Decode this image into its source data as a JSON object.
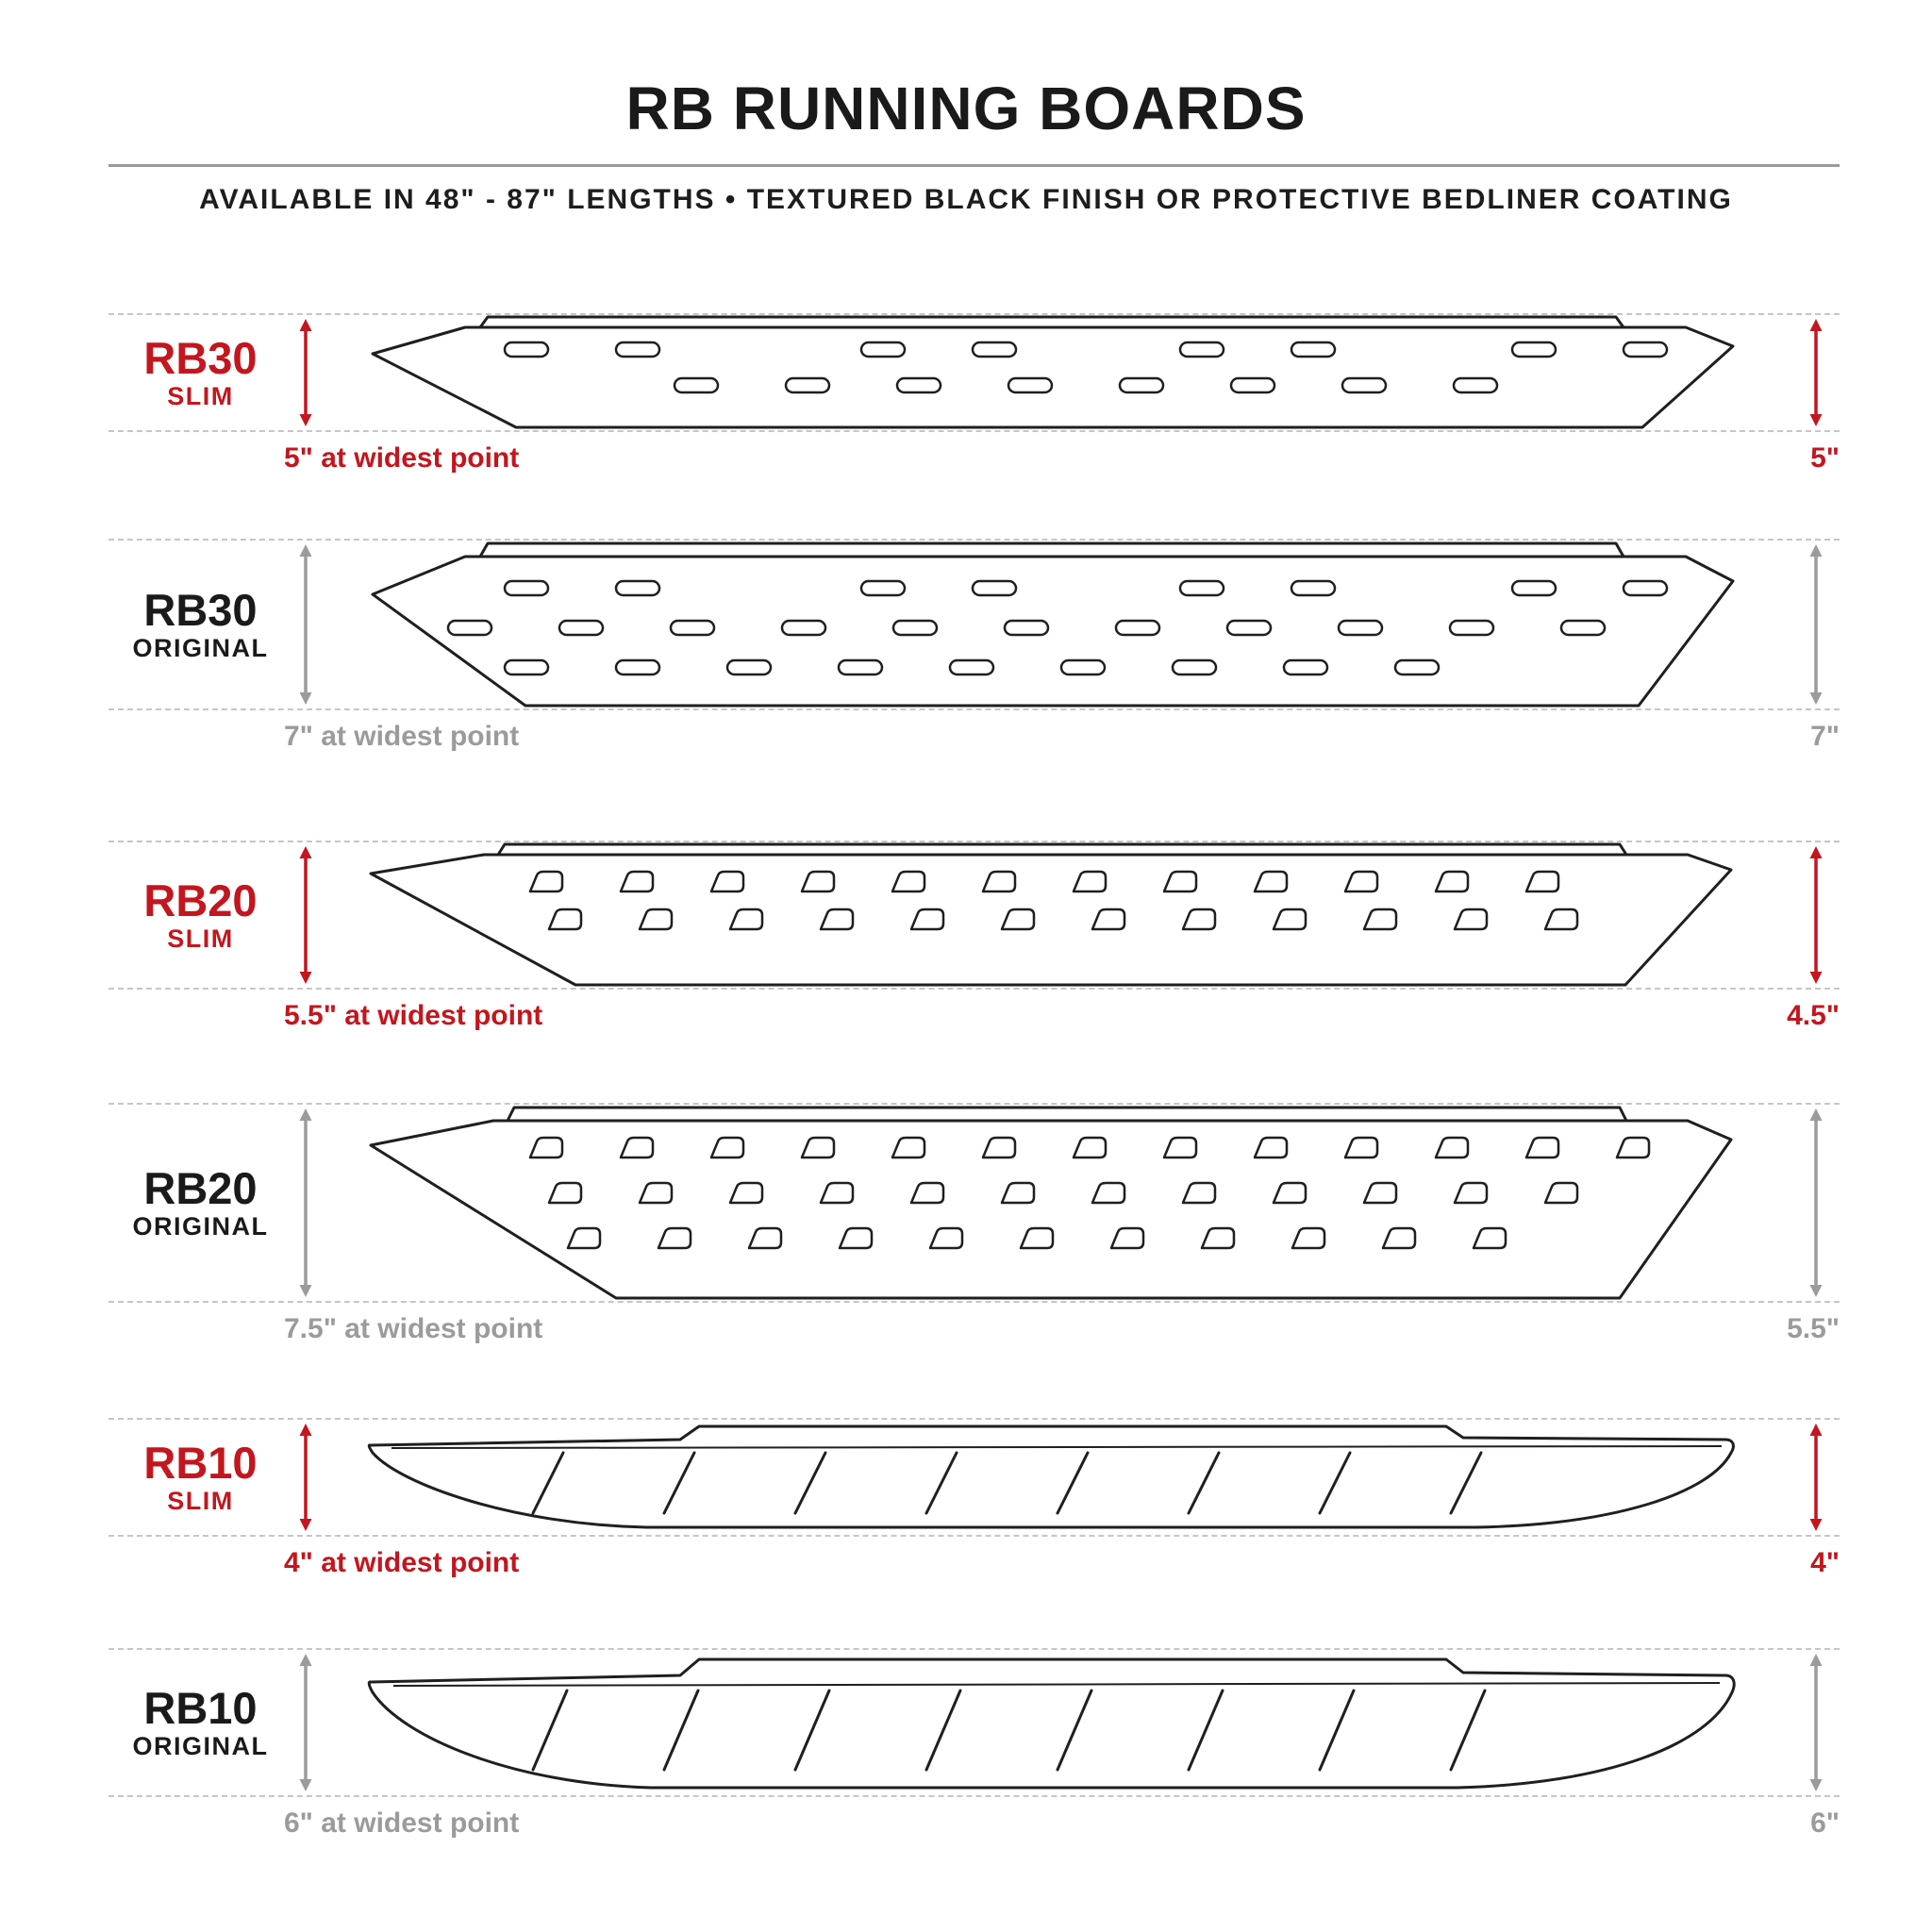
{
  "header": {
    "title": "RB RUNNING BOARDS",
    "subtitle": "AVAILABLE IN 48\" - 87\" LENGTHS • TEXTURED BLACK FINISH OR PROTECTIVE BEDLINER COATING"
  },
  "colors": {
    "accent_red": "#c3161e",
    "muted_gray": "#9b9b9b",
    "ink": "#1a1a1a",
    "dashed_guide": "#c6c6c6"
  },
  "rows": [
    {
      "id": "rb30-slim",
      "model": "RB30",
      "variant": "SLIM",
      "theme": "red",
      "width_note": "5\" at widest point",
      "height_value": "5\""
    },
    {
      "id": "rb30-original",
      "model": "RB30",
      "variant": "ORIGINAL",
      "theme": "gray",
      "width_note": "7\" at widest point",
      "height_value": "7\""
    },
    {
      "id": "rb20-slim",
      "model": "RB20",
      "variant": "SLIM",
      "theme": "red",
      "width_note": "5.5\" at widest point",
      "height_value": "4.5\""
    },
    {
      "id": "rb20-original",
      "model": "RB20",
      "variant": "ORIGINAL",
      "theme": "gray",
      "width_note": "7.5\" at widest point",
      "height_value": "5.5\""
    },
    {
      "id": "rb10-slim",
      "model": "RB10",
      "variant": "SLIM",
      "theme": "red",
      "width_note": "4\" at widest point",
      "height_value": "4\""
    },
    {
      "id": "rb10-original",
      "model": "RB10",
      "variant": "ORIGINAL",
      "theme": "gray",
      "width_note": "6\" at widest point",
      "height_value": "6\""
    }
  ]
}
